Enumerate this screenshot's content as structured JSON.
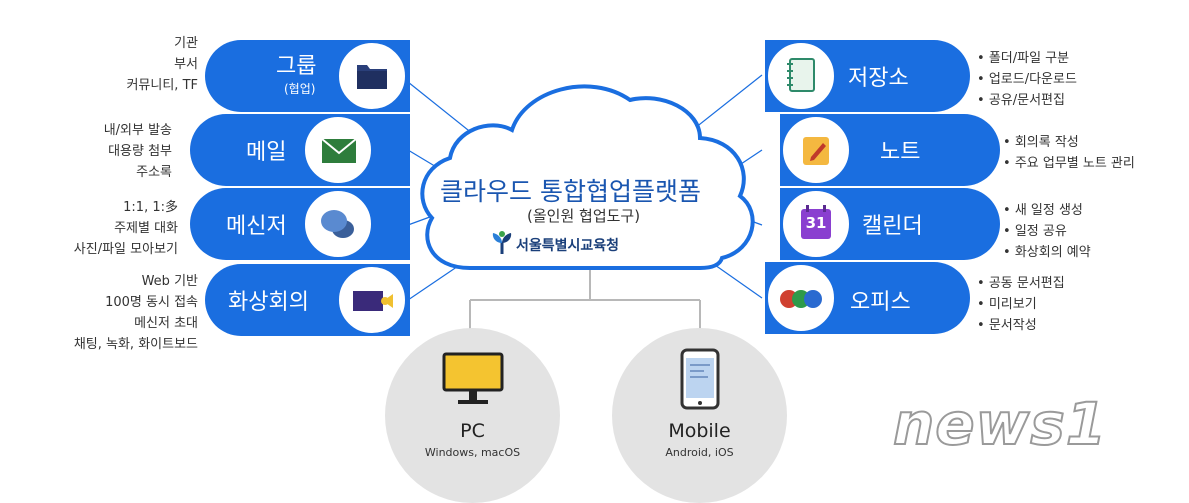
{
  "cloud": {
    "title": "클라우드 통합협업플랫폼",
    "subtitle": "(올인원 협업도구)",
    "org_name": "서울특별시교육청"
  },
  "left_items": [
    {
      "label": "그룹",
      "sub": "(협업)",
      "icon": "folder-icon",
      "features": [
        "기관",
        "부서",
        "커뮤니티, TF"
      ]
    },
    {
      "label": "메일",
      "sub": "",
      "icon": "envelope-icon",
      "features": [
        "내/외부 발송",
        "대용량 첨부",
        "주소록"
      ]
    },
    {
      "label": "메신저",
      "sub": "",
      "icon": "chat-bubbles-icon",
      "features": [
        "1:1, 1:多",
        "주제별 대화",
        "사진/파일 모아보기"
      ]
    },
    {
      "label": "화상회의",
      "sub": "",
      "icon": "video-camera-icon",
      "features": [
        "Web 기반",
        "100명 동시 접속",
        "메신저 초대",
        "채팅, 녹화, 화이트보드"
      ]
    }
  ],
  "right_items": [
    {
      "label": "저장소",
      "icon": "notebook-icon",
      "features": [
        "폴더/파일 구분",
        "업로드/다운로드",
        "공유/문서편집"
      ]
    },
    {
      "label": "노트",
      "icon": "note-pencil-icon",
      "features": [
        "회의록 작성",
        "주요 업무별 노트 관리"
      ]
    },
    {
      "label": "캘린더",
      "icon": "calendar-icon",
      "calendar_day": "31",
      "features": [
        "새 일정 생성",
        "일정 공유",
        "화상회의 예약"
      ]
    },
    {
      "label": "오피스",
      "icon": "office-apps-icon",
      "features": [
        "공동 문서편집",
        "미리보기",
        "문서작성"
      ]
    }
  ],
  "devices": [
    {
      "title": "PC",
      "sub": "Windows, macOS",
      "icon": "monitor-icon"
    },
    {
      "title": "Mobile",
      "sub": "Android, iOS",
      "icon": "smartphone-icon"
    }
  ],
  "watermark": "news1",
  "colors": {
    "accent": "#1a6ee0",
    "device_bg": "#e3e3e3",
    "title_blue": "#1a56b0"
  }
}
